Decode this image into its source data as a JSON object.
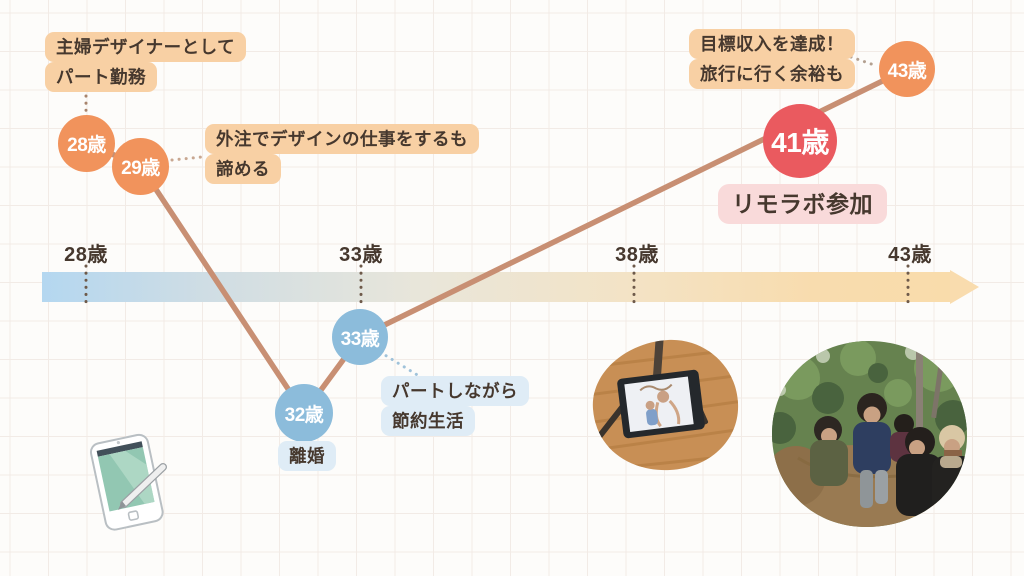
{
  "axis": {
    "ticks": [
      {
        "label": "28歳"
      },
      {
        "label": "33歳"
      },
      {
        "label": "38歳"
      },
      {
        "label": "43歳"
      }
    ]
  },
  "nodes": [
    {
      "label": "28歳",
      "color": "orange"
    },
    {
      "label": "29歳",
      "color": "orange"
    },
    {
      "label": "32歳",
      "color": "blue"
    },
    {
      "label": "33歳",
      "color": "blue"
    },
    {
      "label": "41歳",
      "color": "red"
    },
    {
      "label": "43歳",
      "color": "orange"
    }
  ],
  "annotations": [
    {
      "id": "shufu",
      "lines": [
        "主婦デザイナーとして",
        "パート勤務"
      ]
    },
    {
      "id": "gaichu",
      "lines": [
        "外注でデザインの仕事をするも",
        "諦める"
      ]
    },
    {
      "id": "rikon",
      "lines": [
        "離婚"
      ]
    },
    {
      "id": "part",
      "lines": [
        "パートしながら",
        "節約生活"
      ]
    },
    {
      "id": "remolab",
      "lines": [
        "リモラボ参加"
      ]
    },
    {
      "id": "goal",
      "lines": [
        "目標収入を達成！",
        "旅行に行く余裕も"
      ]
    }
  ],
  "photos": [
    {
      "icon": "tablet-drawing-photo"
    },
    {
      "icon": "family-outing-photo"
    }
  ],
  "icons": [
    {
      "icon": "tablet-pen-illustration"
    }
  ],
  "palette": {
    "node_orange": "#f1935c",
    "node_blue": "#8cbcdb",
    "node_red": "#ea5a5f",
    "label_peach": "#f8d0a4",
    "label_blue": "#dfecf6",
    "label_pink": "#f9dada",
    "text_brown": "#46382e",
    "line_tan": "#c88f73",
    "bar_left_blue": "#b4d7f0",
    "bar_right_peach": "#f9dcae"
  }
}
